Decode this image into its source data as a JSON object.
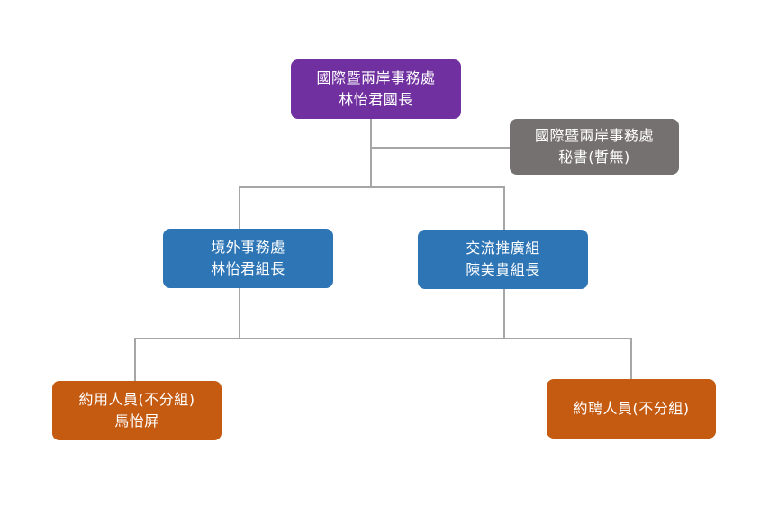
{
  "colors": {
    "director": "#7030a0",
    "secretary": "#767171",
    "group": "#2e75b6",
    "staff": "#c55a11",
    "connector": "#a6a6a6"
  },
  "nodes": {
    "director": {
      "line1": "國際暨兩岸事務處",
      "line2": "林怡君國長"
    },
    "secretary": {
      "line1": "國際暨兩岸事務處",
      "line2": "秘書(暫無)"
    },
    "overseas": {
      "line1": "境外事務處",
      "line2": "林怡君組長"
    },
    "exchange": {
      "line1": "交流推廣組",
      "line2": "陳美貴組長"
    },
    "contract_staff": {
      "line1": "約用人員(不分組)",
      "line2": "馬怡屏"
    },
    "contract_hire": {
      "line1": "約聘人員(不分組)"
    }
  }
}
